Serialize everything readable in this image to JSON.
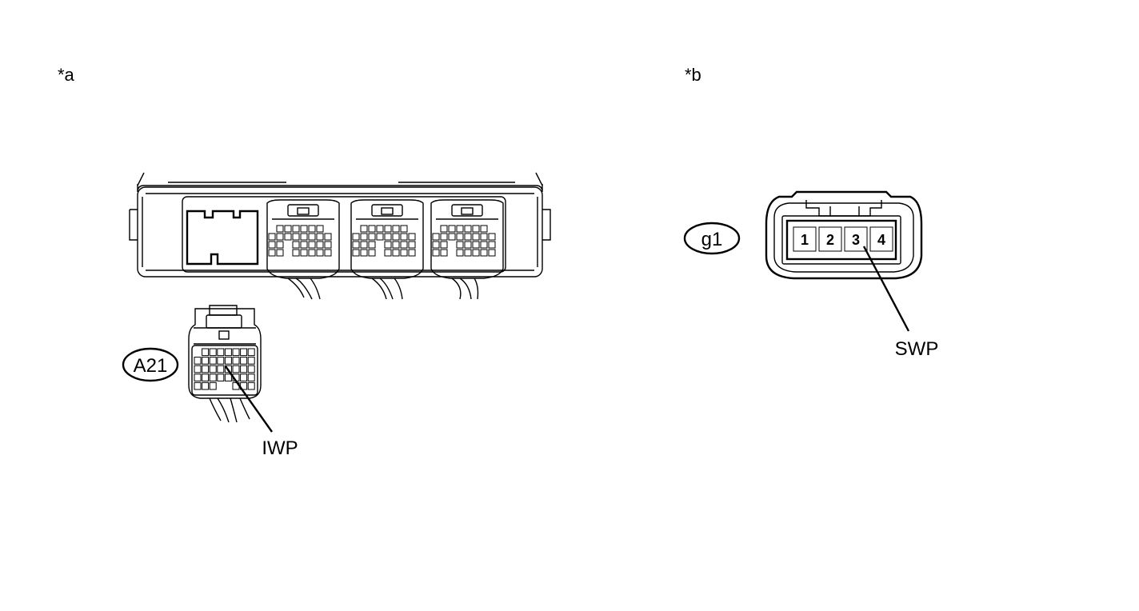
{
  "panels": {
    "a": {
      "marker": "*a",
      "connector_code": "A21",
      "terminal_label": "IWP"
    },
    "b": {
      "marker": "*b",
      "connector_code": "g1",
      "terminal_label": "SWP",
      "pins": [
        "1",
        "2",
        "3",
        "4"
      ]
    }
  }
}
